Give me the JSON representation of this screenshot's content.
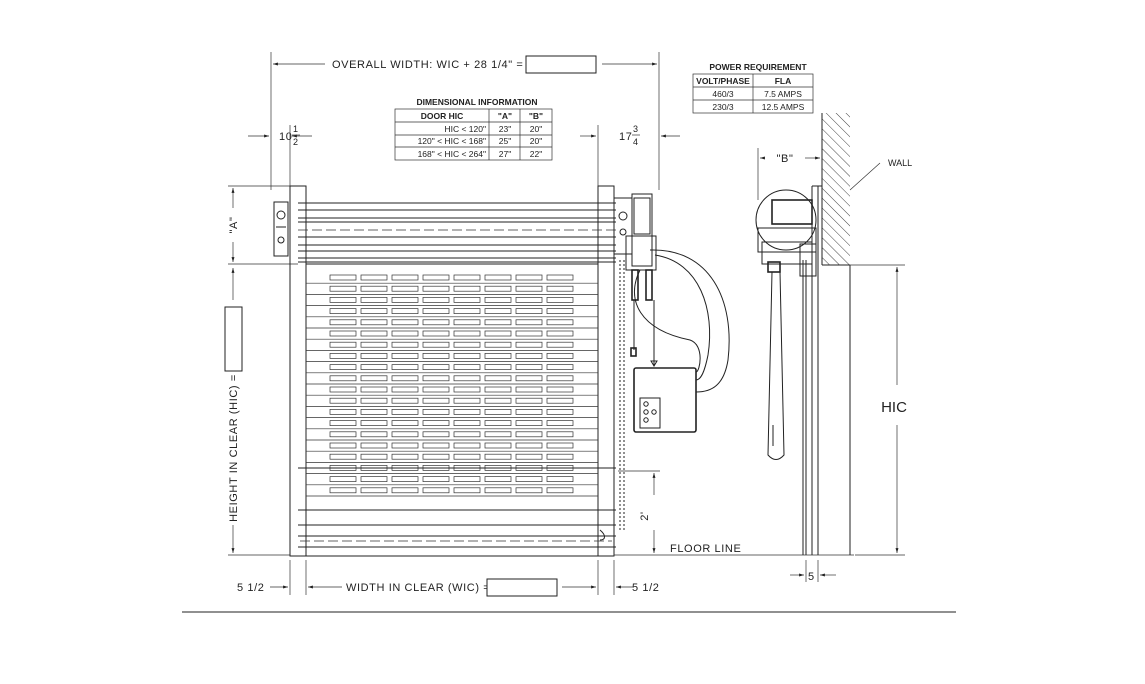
{
  "labels": {
    "overall_width": "OVERALL WIDTH: WIC + 28 1/4\" =",
    "width_in_clear": "WIDTH IN CLEAR (WIC) =",
    "height_in_clear": "HEIGHT IN CLEAR (HIC) =",
    "left_side_num": "10",
    "left_side_frac_top": "1",
    "left_side_frac_bot": "2",
    "right_side_num": "17",
    "right_side_frac_top": "3",
    "right_side_frac_bot": "4",
    "dim_a": "\"A\"",
    "dim_b": "\"B\"",
    "left_bottom": "5 1/2",
    "right_bottom": "5 1/2",
    "two_foot": "2'",
    "floor_line": "FLOOR LINE",
    "wall": "WALL",
    "hic": "HIC",
    "side_five": "5"
  },
  "dimensional_table": {
    "title": "DIMENSIONAL INFORMATION",
    "headers": [
      "DOOR HIC",
      "\"A\"",
      "\"B\""
    ],
    "rows": [
      [
        "HIC < 120\"",
        "23\"",
        "20\""
      ],
      [
        "120\" < HIC < 168\"",
        "25\"",
        "20\""
      ],
      [
        "168\" < HIC < 264\"",
        "27\"",
        "22\""
      ]
    ]
  },
  "power_table": {
    "title": "POWER REQUIREMENT",
    "headers": [
      "VOLT/PHASE",
      "FLA"
    ],
    "rows": [
      [
        "460/3",
        "7.5 AMPS"
      ],
      [
        "230/3",
        "12.5 AMPS"
      ]
    ]
  }
}
